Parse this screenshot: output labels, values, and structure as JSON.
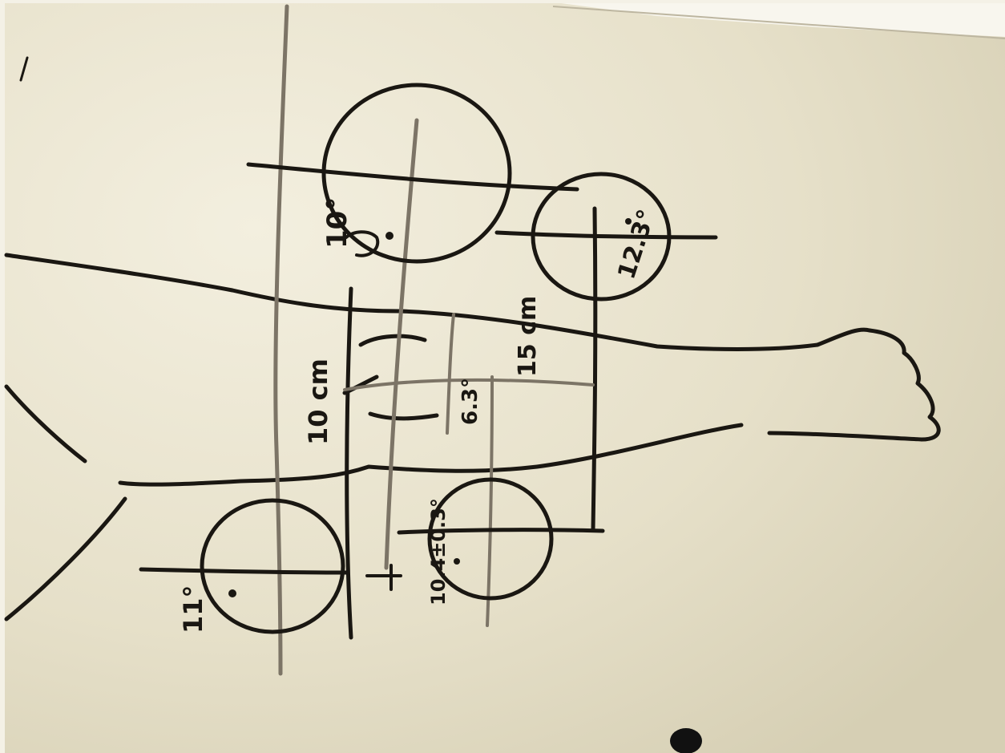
{
  "image": {
    "subject": "Whiteboard",
    "colors": {
      "frame": "#f4f1e6",
      "board": "#e6e0c9",
      "board_light": "#f0ecdc",
      "board_shadow": "#cfc8ad",
      "marker": "#1a1712",
      "marker_grey": "#7c7466",
      "marker_cap": "#111111"
    }
  },
  "labels": {
    "upper_circle": "10°",
    "middle_circle": "12.3°",
    "left_circle": "11°",
    "bottom_circle": "10.4±0.3°",
    "axis_distance_a": "10 cm",
    "axis_distance_b": "15 cm",
    "small_measure": "6.3°"
  }
}
